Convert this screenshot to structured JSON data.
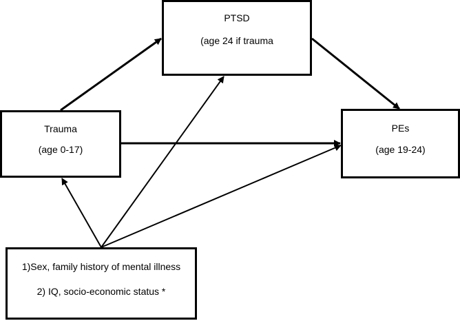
{
  "nodes": {
    "ptsd": {
      "line1": "PTSD",
      "line2": "(age 24 if trauma"
    },
    "trauma": {
      "line1": "Trauma",
      "line2": "(age 0-17)"
    },
    "pes": {
      "line1": "PEs",
      "line2": "(age 19-24)"
    },
    "confounders": {
      "line1": "1)Sex, family history of mental illness",
      "line2": "2) IQ, socio-economic status *"
    }
  },
  "edges": [
    {
      "from": "trauma",
      "to": "ptsd"
    },
    {
      "from": "ptsd",
      "to": "pes"
    },
    {
      "from": "trauma",
      "to": "pes"
    },
    {
      "from": "confounders",
      "to": "trauma"
    },
    {
      "from": "confounders",
      "to": "ptsd"
    },
    {
      "from": "confounders",
      "to": "pes"
    }
  ],
  "colors": {
    "line": "#000000",
    "background": "#ffffff"
  }
}
